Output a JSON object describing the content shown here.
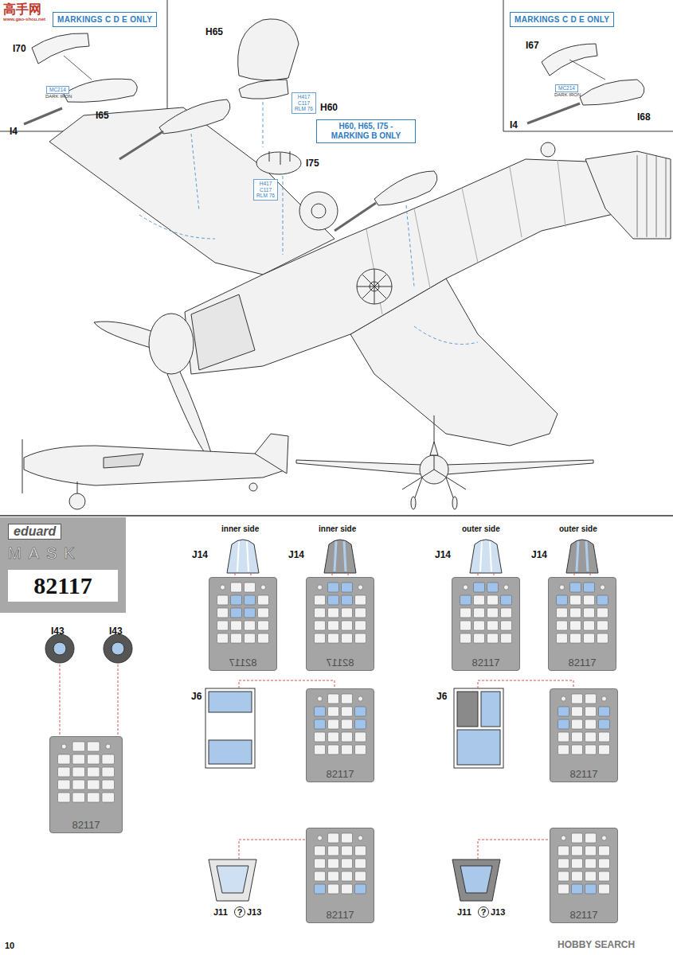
{
  "diagram": {
    "nodes": [
      {
        "text": [
          "MARKINGS C D E ONLY"
        ]
      },
      {
        "text": [
          "MARKINGS C D E ONLY"
        ]
      },
      {
        "text": [
          "H60, H65, I75 - MARKING B ONLY"
        ]
      },
      {
        "text": [
          "H417 C117 RLM 76"
        ]
      },
      {
        "text": [
          "H417 C117 RLM 76"
        ]
      },
      {
        "text": [
          "MC214",
          "DARK IRON"
        ]
      },
      {
        "text": [
          "MC214",
          "DARK IRON"
        ]
      },
      {
        "text": [
          "eduard",
          "MASK",
          "82117"
        ]
      },
      {
        "text": [
          "82117"
        ]
      },
      {
        "text": [
          "82117"
        ]
      },
      {
        "text": [
          "82117"
        ]
      },
      {
        "text": [
          "82117"
        ]
      },
      {
        "text": [
          "82117"
        ]
      },
      {
        "text": [
          "82117"
        ]
      },
      {
        "text": [
          "82117"
        ]
      },
      {
        "text": [
          "82117"
        ]
      },
      {
        "text": [
          "82117"
        ]
      }
    ],
    "labels": [
      "I70",
      "I65",
      "I4",
      "H65",
      "H60",
      "I75",
      "I67",
      "I4",
      "I68",
      "I43",
      "I43",
      "inner side",
      "J14",
      "inner side",
      "J14",
      "outer side",
      "J14",
      "outer side",
      "J14",
      "J6",
      "J6",
      "J11",
      "?",
      "J13",
      "J11",
      "?",
      "J13",
      "10",
      "高手网",
      "www.gao-shou.net",
      "HOBBY SEARCH"
    ]
  }
}
